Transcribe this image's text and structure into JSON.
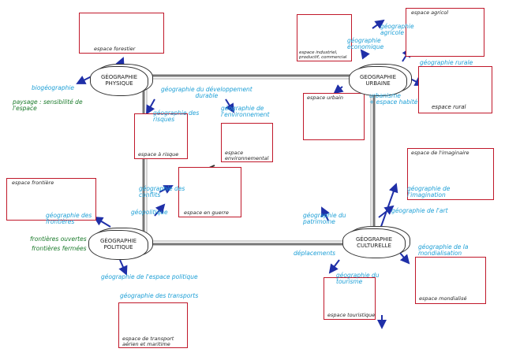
{
  "clouds": {
    "physique": "GÉOGRAPHIE\nPHYSIQUE",
    "urbaine": "GEOGRAPHIE\nURBAINE",
    "politique": "GÉOGRAPHIE\nPOLITIQUE",
    "culturelle": "GÉOGRAPHIE\nCULTURELLE"
  },
  "frames": {
    "forestier": "espace forestier",
    "industriel": "espace industriel,\nproductif, commercial",
    "agricol": "espace agricol",
    "rural": "espace rural",
    "urbain": "espace urbain",
    "risque": "espace à risque",
    "environnement": "espace\nenvironnemental",
    "guerre": "espace en guerre",
    "frontiere": "espace frontière",
    "imaginaire": "espace de l'imaginaire",
    "mondialise": "espace mondialisé",
    "touristique": "espace touristique",
    "transport": "espace de transport\naérien et maritime"
  },
  "labels": {
    "biogeographie": "biogéographie",
    "paysage": "paysage : sensibilité de\nl'espace",
    "developpement": "géographie du développement\ndurable",
    "risques": "géographie des\nrisques",
    "environnement": "géographie de\nl'environnement",
    "economique": "géographie\néconomique",
    "agricole": "géographie\nagricole",
    "rurale": "géographie rurale",
    "urbanisme": "urbanisme\n+ espace habité",
    "conflits": "géographie des\nconflits",
    "geopolitique": "géopolitique",
    "frontieres": "géographie des\nfrontières",
    "frontieres_ouvertes": "frontières ouvertes",
    "frontieres_fermees": "frontières fermées",
    "patrimoine": "géographie du\npatrimoine",
    "art": "géographie de l'art",
    "imagination": "géographie de\nl'imagination",
    "deplacements": "déplacements",
    "tourisme": "géographie du\ntourisme",
    "mondialisation": "géographie de la\nmondialisation",
    "espace_politique": "géographie de l'espace politique",
    "transports": "géographie des transports"
  },
  "colors": {
    "frame": "#c0182a",
    "arrow": "#1f2fa8",
    "cyan_text": "#1d9fd6",
    "green_text": "#1a7a2a"
  }
}
